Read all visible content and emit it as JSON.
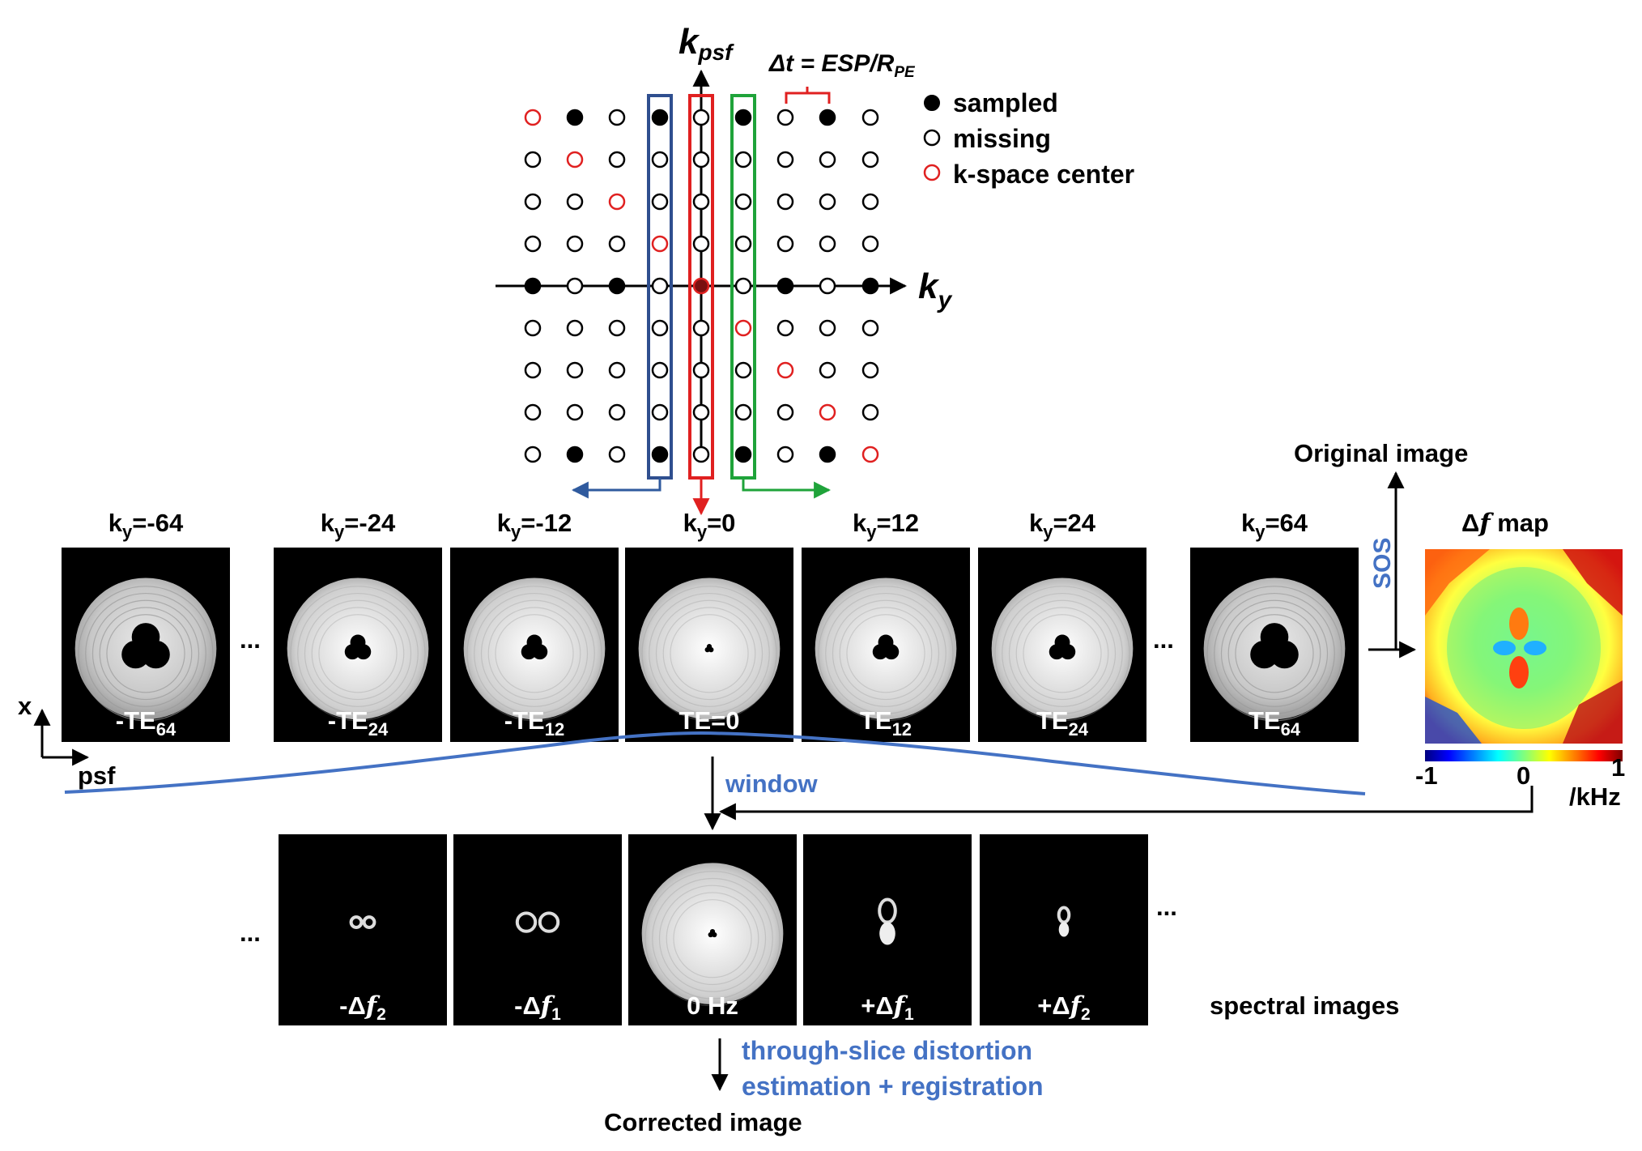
{
  "kspace": {
    "axis_kpsf_main": "k",
    "axis_kpsf_sub": "psf",
    "axis_ky_main": "k",
    "axis_ky_sub": "y",
    "delta_t_main": "Δt = ESP/R",
    "delta_t_sub": "PE",
    "legend": {
      "sampled": "sampled",
      "missing": "missing",
      "center": "k-space center"
    },
    "colors": {
      "sampled": "#000000",
      "missing": "#000000",
      "center": "#e02020",
      "box_blue": "#2f4f8f",
      "box_red": "#e02020",
      "box_green": "#1fa33a"
    }
  },
  "psf_images": [
    {
      "ky": "k",
      "ky_sub": "y",
      "ky_val": "=-64",
      "te_main": "-TE",
      "te_sub": "64"
    },
    {
      "ky": "k",
      "ky_sub": "y",
      "ky_val": "=-24",
      "te_main": "-TE",
      "te_sub": "24"
    },
    {
      "ky": "k",
      "ky_sub": "y",
      "ky_val": "=-12",
      "te_main": "-TE",
      "te_sub": "12"
    },
    {
      "ky": "k",
      "ky_sub": "y",
      "ky_val": "=0",
      "te_main": "TE=0",
      "te_sub": ""
    },
    {
      "ky": "k",
      "ky_sub": "y",
      "ky_val": "=12",
      "te_main": "TE",
      "te_sub": "12"
    },
    {
      "ky": "k",
      "ky_sub": "y",
      "ky_val": "=24",
      "te_main": "TE",
      "te_sub": "24"
    },
    {
      "ky": "k",
      "ky_sub": "y",
      "ky_val": "=64",
      "te_main": "TE",
      "te_sub": "64"
    }
  ],
  "ellipsis": "...",
  "axes_small": {
    "x": "x",
    "psf": "psf"
  },
  "original_image": "Original image",
  "sos": "SOS",
  "df_map": {
    "title_main": "Δ",
    "title_f": "f",
    "title_rest": " map",
    "colorbar_ticks": [
      "-1",
      "0",
      "1"
    ],
    "unit": "/kHz"
  },
  "window": "window",
  "spectral_images": [
    {
      "prefix": "-Δ",
      "f": "f",
      "sub": "2"
    },
    {
      "prefix": "-Δ",
      "f": "f",
      "sub": "1"
    },
    {
      "prefix": "0 Hz",
      "f": "",
      "sub": ""
    },
    {
      "prefix": "+Δ",
      "f": "f",
      "sub": "1"
    },
    {
      "prefix": "+Δ",
      "f": "f",
      "sub": "2"
    }
  ],
  "spectral_label": "spectral images",
  "through_slice_1": "through-slice distortion",
  "through_slice_2": "estimation + registration",
  "corrected": "Corrected image"
}
